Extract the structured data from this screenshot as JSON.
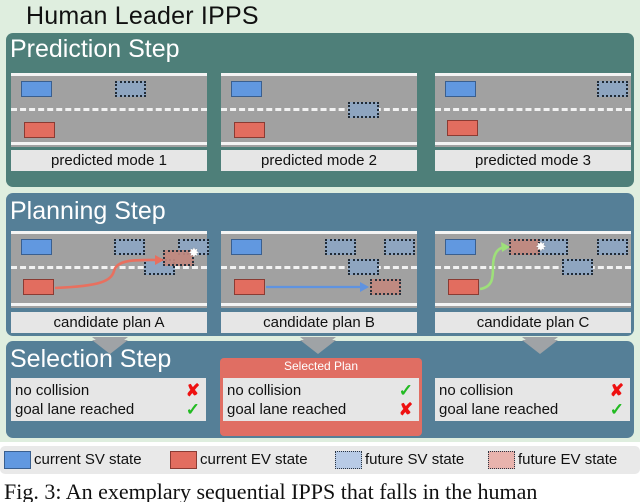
{
  "figure": {
    "title": "Human Leader IPPS",
    "caption": "Fig. 3: An exemplary sequential IPPS that falls in the human"
  },
  "prediction": {
    "title": "Prediction Step",
    "scenes": [
      {
        "label": "predicted mode 1"
      },
      {
        "label": "predicted mode 2"
      },
      {
        "label": "predicted mode 3"
      }
    ]
  },
  "planning": {
    "title": "Planning Step",
    "scenes": [
      {
        "label": "candidate plan A",
        "trajectory_color": "#e8705f"
      },
      {
        "label": "candidate plan B",
        "trajectory_color": "#5f93e0"
      },
      {
        "label": "candidate plan C",
        "trajectory_color": "#9ee07a"
      }
    ]
  },
  "selection": {
    "title": "Selection Step",
    "selected_label": "Selected Plan",
    "criteria": [
      "no collision",
      "goal lane reached"
    ],
    "results": [
      {
        "plan": "A",
        "no_collision": "✘",
        "goal_lane_reached": "✓"
      },
      {
        "plan": "B",
        "no_collision": "✓",
        "goal_lane_reached": "✘",
        "selected": true
      },
      {
        "plan": "C",
        "no_collision": "✘",
        "goal_lane_reached": "✓"
      }
    ]
  },
  "legend": {
    "items": [
      {
        "label": "current SV state",
        "color": "#6198e0"
      },
      {
        "label": "current EV state",
        "color": "#e26d5f"
      },
      {
        "label": "future SV state",
        "color": "#b8cbe6"
      },
      {
        "label": "future EV state",
        "color": "#e8b3ad"
      }
    ]
  },
  "colors": {
    "background": "#dfeedf",
    "prediction_panel": "#4e7f79",
    "planning_panel": "#557f97",
    "road": "#a1a1a1",
    "selected_frame": "#e06e63",
    "fail_mark": "#ee1111",
    "pass_mark": "#22bb22"
  }
}
